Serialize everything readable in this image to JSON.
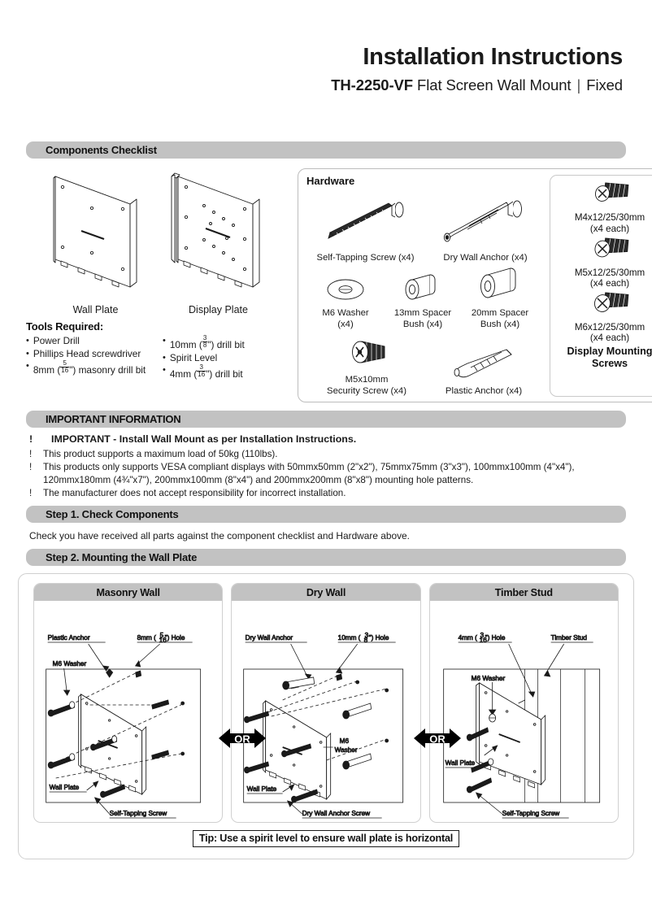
{
  "header": {
    "title": "Installation Instructions",
    "model": "TH-2250-VF",
    "product": "Flat Screen Wall Mount",
    "separator": "|",
    "variant": "Fixed"
  },
  "sections": {
    "components": "Components Checklist",
    "important": "IMPORTANT INFORMATION",
    "step1": "Step 1. Check Components",
    "step2": "Step 2. Mounting the Wall Plate"
  },
  "plates": [
    {
      "caption": "Wall Plate",
      "icon": "wall-plate-illustration"
    },
    {
      "caption": "Display Plate",
      "icon": "display-plate-illustration"
    }
  ],
  "tools": {
    "heading": "Tools Required:",
    "col1": [
      "Power Drill",
      "Phillips Head screwdriver",
      "8mm (5/16\") masonry drill bit"
    ],
    "col2": [
      "10mm (3/8\") drill bit",
      "Spirit Level",
      "4mm (3/16\") drill bit"
    ]
  },
  "hardware": {
    "title": "Hardware",
    "items": [
      {
        "label": "Self-Tapping Screw (x4)",
        "icon": "self-tapping-screw-icon"
      },
      {
        "label": "Dry Wall Anchor (x4)",
        "icon": "dry-wall-anchor-icon"
      },
      {
        "label": "M6 Washer\n(x4)",
        "line1": "M6 Washer",
        "line2": "(x4)",
        "icon": "m6-washer-icon"
      },
      {
        "label": "13mm Spacer Bush (x4)",
        "line1": "13mm Spacer",
        "line2": "Bush (x4)",
        "icon": "spacer-bush-13mm-icon"
      },
      {
        "label": "20mm Spacer Bush (x4)",
        "line1": "20mm Spacer",
        "line2": "Bush (x4)",
        "icon": "spacer-bush-20mm-icon"
      },
      {
        "label": "M5x10mm Security Screw (x4)",
        "line1": "M5x10mm",
        "line2": "Security Screw (x4)",
        "icon": "security-screw-icon"
      },
      {
        "label": "Plastic Anchor (x4)",
        "icon": "plastic-anchor-icon"
      }
    ]
  },
  "display_mounting": {
    "title": "Display Mounting Screws",
    "title_line1": "Display Mounting",
    "title_line2": "Screws",
    "screws": [
      {
        "size": "M4x12/25/30mm",
        "qty": "(x4 each)",
        "icon": "m4-pan-screw-icon"
      },
      {
        "size": "M5x12/25/30mm",
        "qty": "(x4 each)",
        "icon": "m5-pan-screw-icon"
      },
      {
        "size": "M6x12/25/30mm",
        "qty": "(x4 each)",
        "icon": "m6-pan-screw-icon"
      }
    ]
  },
  "important_info": {
    "marker": "!",
    "items": [
      {
        "text": "IMPORTANT - Install Wall Mount as per Installation Instructions.",
        "bold": true
      },
      {
        "text": "This product supports a maximum load of 50kg (110lbs).",
        "bold": false
      },
      {
        "text": "This products only supports VESA compliant displays with 50mmx50mm (2\"x2\"), 75mmx75mm (3\"x3\"), 100mmx100mm (4\"x4\"), 120mmx180mm (4¾\"x7\"),  200mmx100mm (8\"x4\") and 200mmx200mm (8\"x8\") mounting hole patterns.",
        "bold": false
      },
      {
        "text": "The manufacturer does not accept responsibility for incorrect installation.",
        "bold": false
      }
    ]
  },
  "step1_body": "Check you have received all parts against the component checklist and Hardware above.",
  "wall_panels": [
    {
      "title": "Masonry Wall",
      "labels": {
        "top_left": "Plastic Anchor",
        "top_right": "8mm (5/16\") Hole",
        "mid_left": "M6 Washer",
        "bottom_left": "Wall Plate",
        "bottom_right": "Self-Tapping Screw"
      }
    },
    {
      "title": "Dry Wall",
      "labels": {
        "top_left": "Dry Wall Anchor",
        "top_right": "10mm (3/8\") Hole",
        "mid_right_1": "M6",
        "mid_right_2": "Washer",
        "bottom_left": "Wall Plate",
        "bottom_right": "Dry Wall Anchor Screw"
      }
    },
    {
      "title": "Timber Stud",
      "labels": {
        "top_left": "4mm (3/16\") Hole",
        "top_right": "Timber Stud",
        "mid_left": "M6 Washer",
        "bottom_left": "Wall Plate",
        "bottom_right": "Self-Tapping Screw"
      }
    }
  ],
  "or_badges": [
    {
      "label": "OR"
    },
    {
      "label": "OR"
    }
  ],
  "tip": "Tip: Use a spirit level to ensure wall plate is horizontal",
  "colors": {
    "bar_gray": "#c2c2c2",
    "text": "#1a1a1a",
    "box_border": "#cfcfcf",
    "page_bg": "#ffffff"
  }
}
